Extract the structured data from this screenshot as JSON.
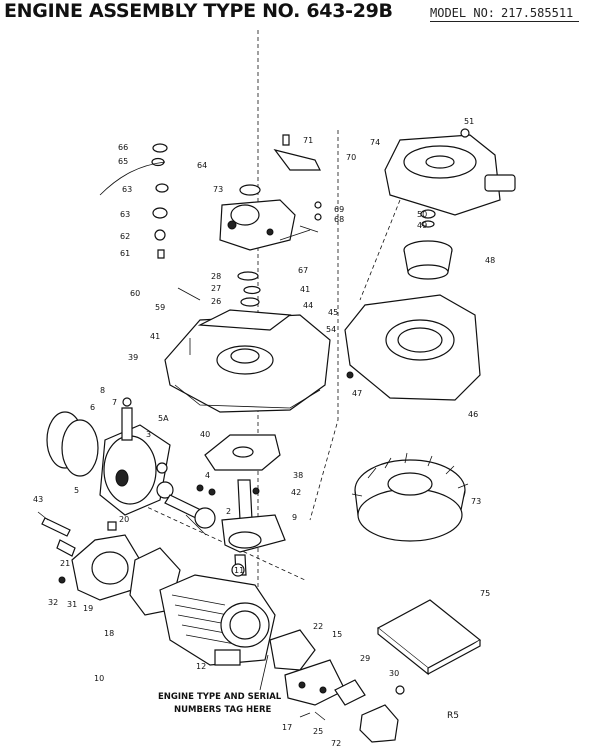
{
  "header": {
    "title": "ENGINE ASSEMBLY TYPE NO. 643-29B",
    "model_label": "MODEL NO:",
    "model_number": "217.585511"
  },
  "diagram": {
    "tag_note_line1": "ENGINE TYPE AND SERIAL",
    "tag_note_line2": "NUMBERS TAG HERE",
    "corner_code": "R5",
    "callouts": [
      "66",
      "65",
      "64",
      "63",
      "63",
      "62",
      "61",
      "71",
      "70",
      "73",
      "69",
      "68",
      "67",
      "28",
      "27",
      "26",
      "41",
      "44",
      "45",
      "54",
      "60",
      "59",
      "41",
      "39",
      "51",
      "74",
      "50",
      "49",
      "48",
      "46",
      "47",
      "8",
      "7",
      "6",
      "5A",
      "3",
      "40",
      "38",
      "42",
      "4",
      "2",
      "5",
      "9",
      "43",
      "20",
      "21",
      "32",
      "31",
      "19",
      "11",
      "73",
      "18",
      "10",
      "22",
      "15",
      "12",
      "29",
      "30",
      "17",
      "25",
      "72",
      "75"
    ]
  }
}
